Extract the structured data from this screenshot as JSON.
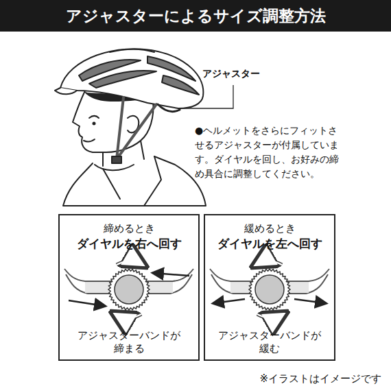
{
  "diagram": {
    "title": "アジャスターによるサイズ調整方法",
    "caption": "※イラストはイメージです",
    "nodes": [
      {
        "text": [
          "締めるとき",
          "ダイヤルを右へ回す",
          "アジャスターバンドが 締まる"
        ]
      },
      {
        "text": [
          "緩めるとき",
          "ダイヤルを左へ回す",
          "アジャスターバンドが 緩む"
        ]
      }
    ],
    "labels": [
      "アジャスター",
      "●ヘルメットをさらにフィットさせるアジャスターが付属しています。ダイヤルを回し、お好みの締め具合に調整してください。"
    ]
  }
}
